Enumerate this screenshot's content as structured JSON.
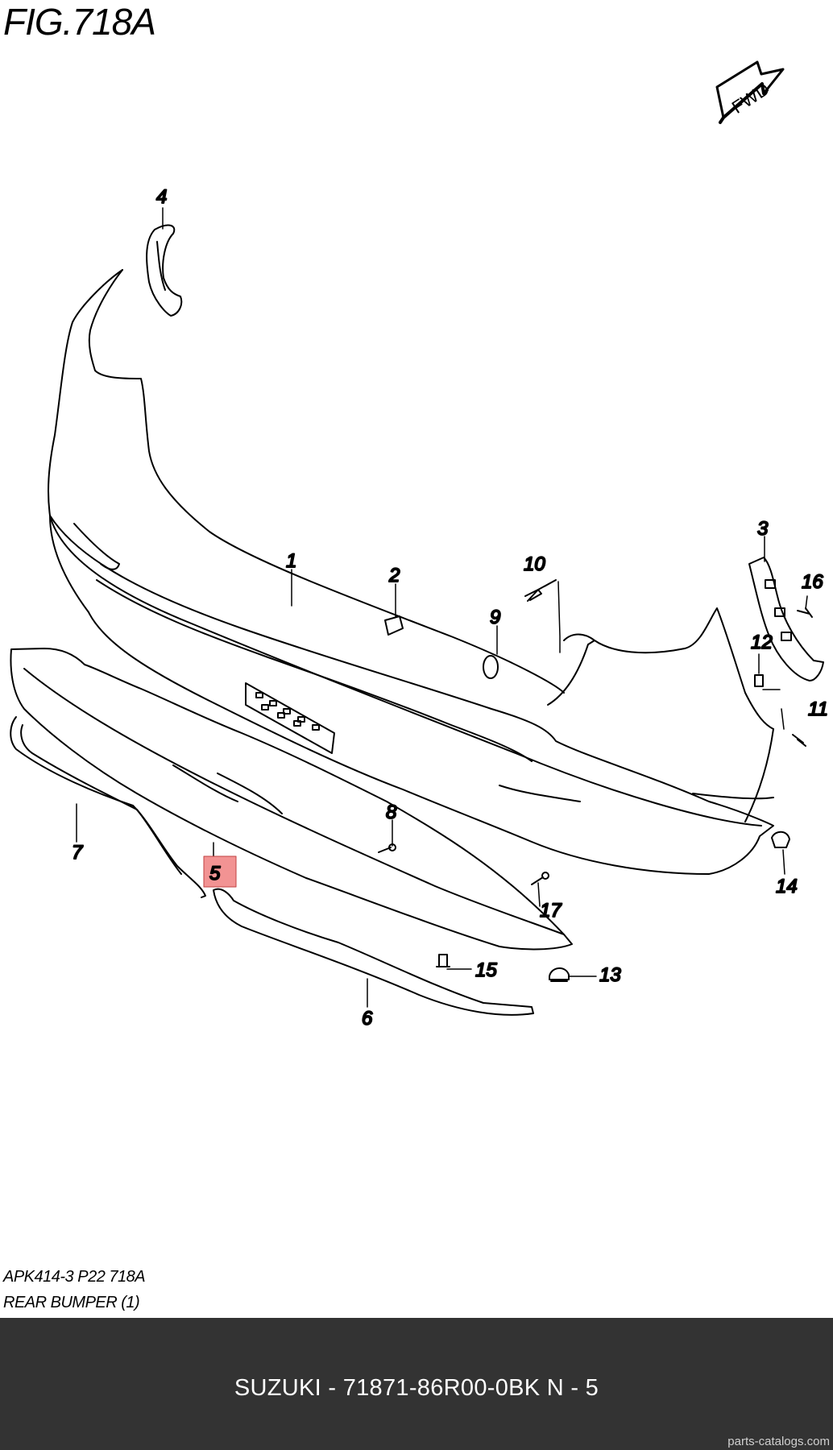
{
  "figure": {
    "title": "FIG.718A",
    "code": "APK414-3 P22 718A",
    "name": "REAR BUMPER (1)"
  },
  "direction_badge": "FWD",
  "callouts": [
    {
      "id": "c1",
      "label": "1"
    },
    {
      "id": "c2",
      "label": "2"
    },
    {
      "id": "c3",
      "label": "3"
    },
    {
      "id": "c4",
      "label": "4"
    },
    {
      "id": "c5",
      "label": "5",
      "highlighted": true
    },
    {
      "id": "c6",
      "label": "6"
    },
    {
      "id": "c7",
      "label": "7"
    },
    {
      "id": "c8",
      "label": "8"
    },
    {
      "id": "c9",
      "label": "9"
    },
    {
      "id": "c10",
      "label": "10"
    },
    {
      "id": "c11",
      "label": "11"
    },
    {
      "id": "c12",
      "label": "12"
    },
    {
      "id": "c13",
      "label": "13"
    },
    {
      "id": "c14",
      "label": "14"
    },
    {
      "id": "c15",
      "label": "15"
    },
    {
      "id": "c16",
      "label": "16"
    },
    {
      "id": "c17",
      "label": "17"
    }
  ],
  "highlight_color": "#f08080",
  "footer": {
    "caption": "SUZUKI - 71871-86R00-0BK    N - 5",
    "watermark": "parts-catalogs.com"
  }
}
